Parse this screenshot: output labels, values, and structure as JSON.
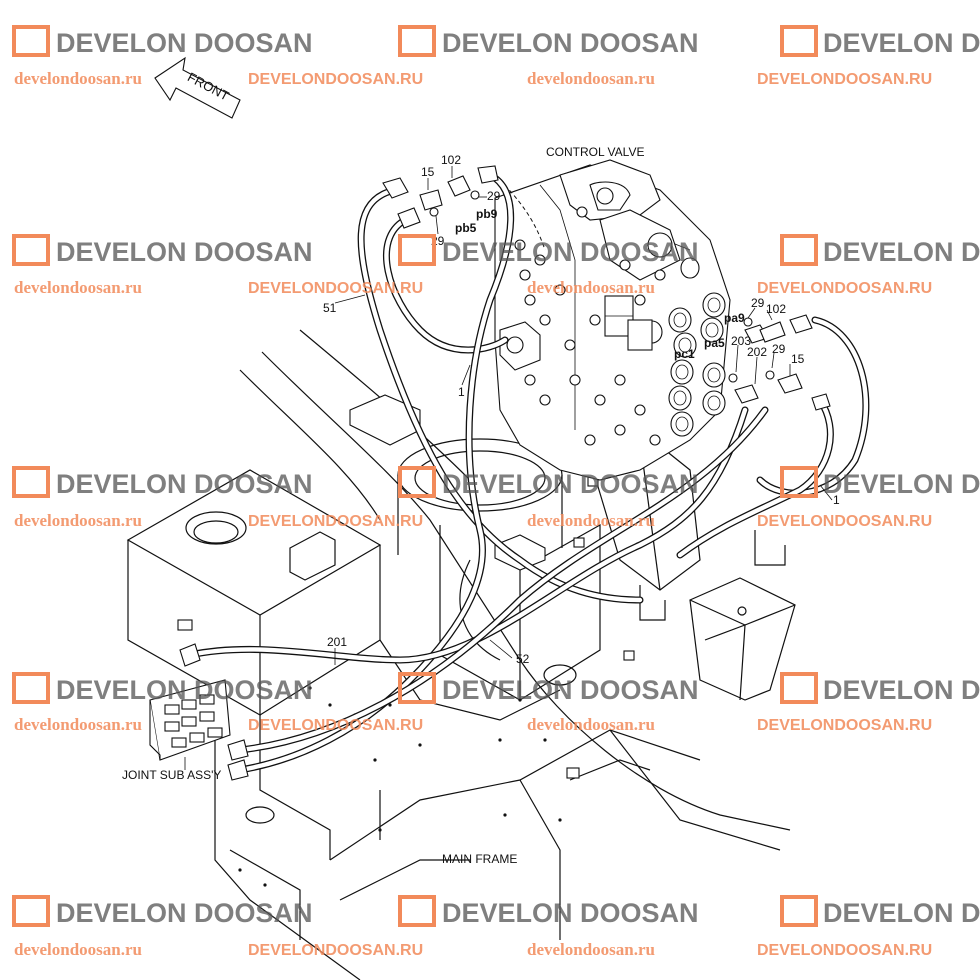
{
  "watermarks": {
    "logo_text": "DEVELON DOOSAN",
    "url_lower": "develondoosan.ru",
    "url_upper": "DEVELONDOOSAN.RU",
    "logo_color": "#555555",
    "url_color": "#f28a5a"
  },
  "labels": {
    "front": "FRONT",
    "control_valve": "CONTROL VALVE",
    "joint_sub_assy": "JOINT SUB ASS'Y",
    "main_frame": "MAIN FRAME",
    "part_102_left": "102",
    "part_15_left": "15",
    "part_29_top": "29",
    "pb9": "pb9",
    "pb5": "pb5",
    "part_29_left": "29",
    "part_51": "51",
    "part_1_left": "1",
    "pa9": "pa9",
    "part_29_right_top": "29",
    "part_102_right": "102",
    "pa5": "pa5",
    "part_203": "203",
    "part_202": "202",
    "part_29_right": "29",
    "pc1": "pc1",
    "part_15_right": "15",
    "part_1_right": "1",
    "part_201": "201",
    "part_52": "52"
  }
}
